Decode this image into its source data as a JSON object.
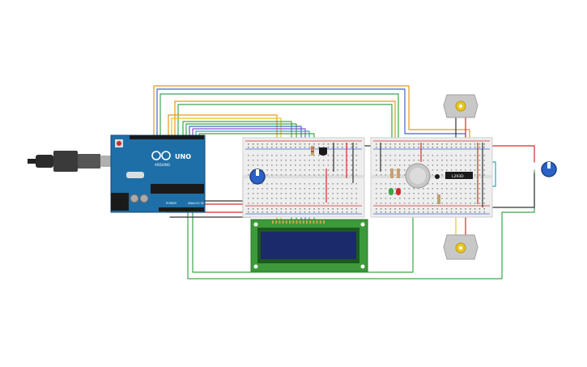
{
  "arduino": {
    "model_label": "UNO",
    "brand_label": "ARDUINO",
    "power_label": "POWER",
    "analog_label": "ANALOG IN",
    "board_color": "#1e6fa8"
  },
  "motor_driver": {
    "chip_label": "L293D"
  },
  "colors": {
    "wire_orange": "#e8961e",
    "wire_red": "#d42a2a",
    "wire_green": "#3aa64a",
    "wire_blue": "#3b66d4",
    "wire_purple": "#8a4fc9",
    "wire_yellow": "#e8c81e",
    "wire_black": "#333333",
    "wire_teal": "#2aa6b4",
    "breadboard": "#eeeeee",
    "lcd_pcb": "#3d9a3a",
    "lcd_screen": "#1a2a6a",
    "pot_knob": "#2a62c8"
  },
  "components": [
    "arduino-uno",
    "usb-cable",
    "breadboard-left",
    "breadboard-right",
    "lcd-16x2",
    "potentiometer-left",
    "potentiometer-right",
    "dc-motor-top",
    "dc-motor-bottom",
    "temperature-sensor",
    "gas-sensor",
    "led-green",
    "led-red",
    "l293d-driver"
  ]
}
